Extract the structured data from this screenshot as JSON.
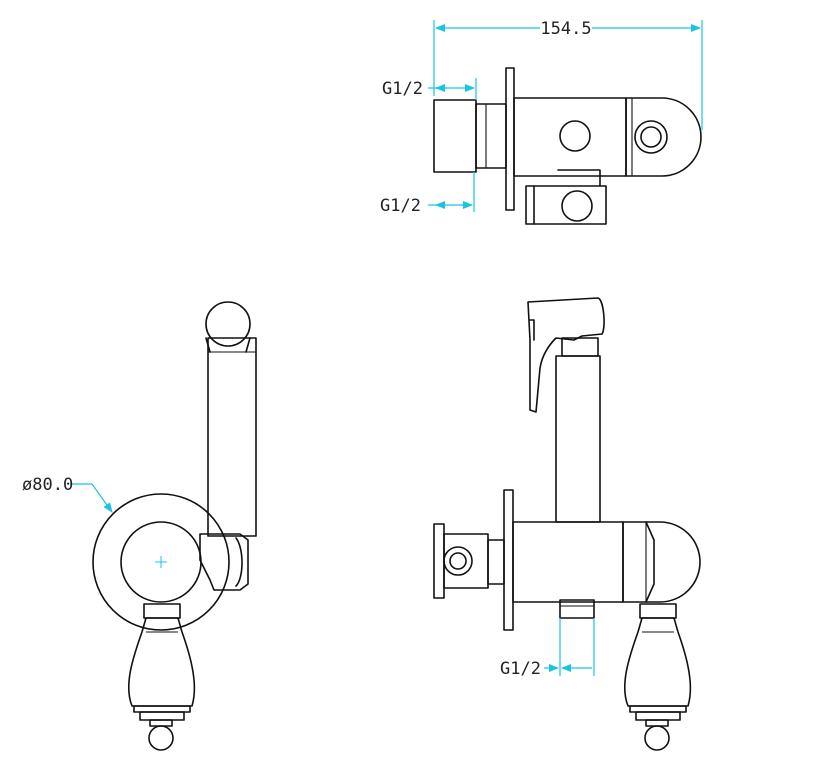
{
  "dimensions": {
    "top_width": "154.5",
    "top_inlet_1": "G1/2",
    "top_inlet_2": "G1/2",
    "plate_diameter": "ø80.0",
    "side_outlet": "G1/2"
  },
  "colors": {
    "line": "#111111",
    "dimension": "#18c5e0",
    "background": "#ffffff"
  }
}
